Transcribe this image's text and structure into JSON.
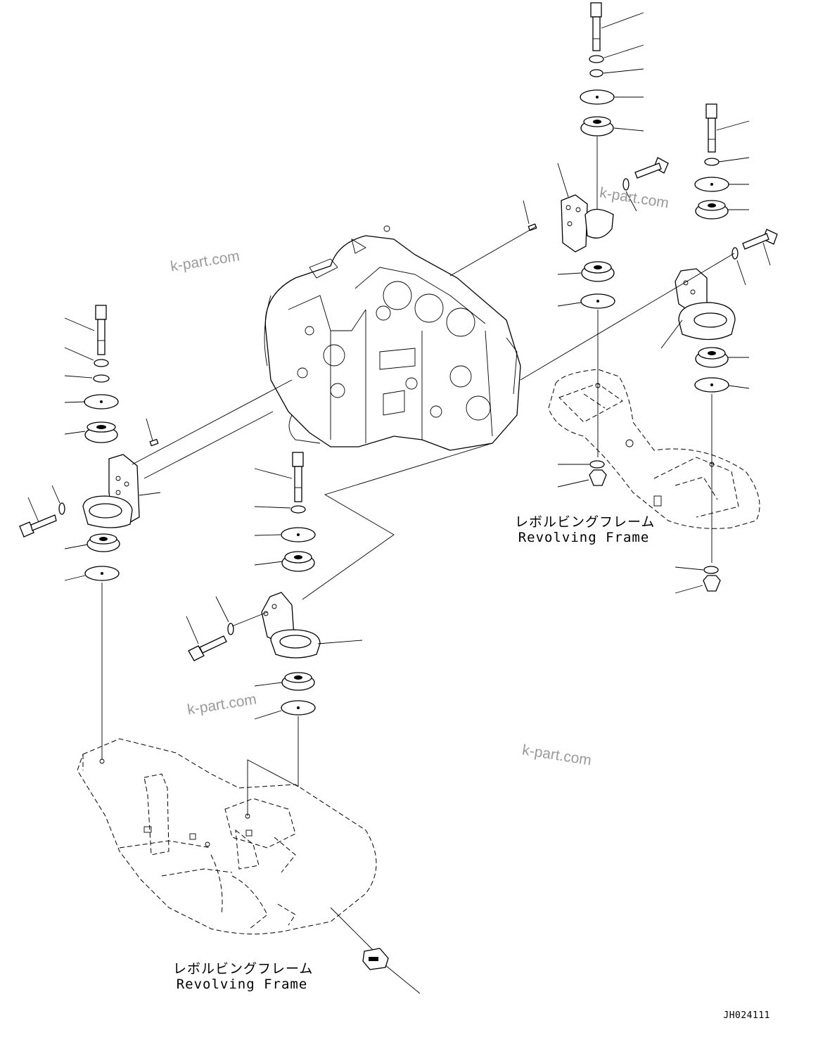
{
  "labels": {
    "frame_right_ja": "レボルビングフレーム",
    "frame_right_en": "Revolving Frame",
    "frame_bottom_ja": "レボルビングフレーム",
    "frame_bottom_en": "Revolving Frame"
  },
  "watermark": "k-part.com",
  "drawing_code": "JH024111"
}
